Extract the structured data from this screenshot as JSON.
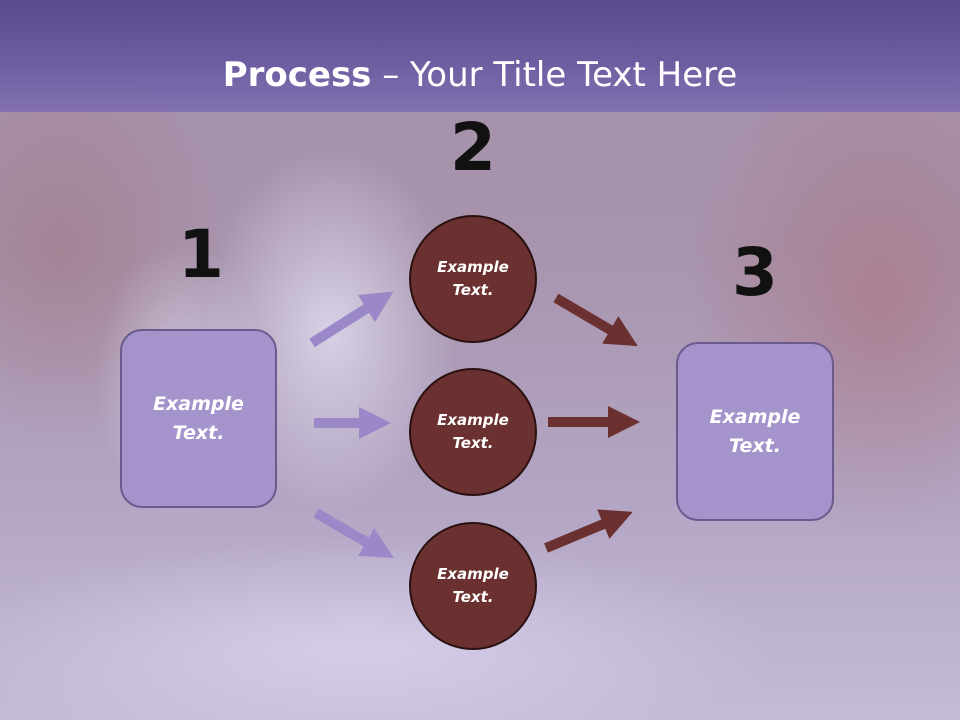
{
  "title": {
    "bold": "Process",
    "rest": " – Your Title Text Here"
  },
  "steps": [
    {
      "number": "1",
      "text": "Example\nText."
    },
    {
      "number": "2",
      "items": [
        "Example\nText.",
        "Example\nText.",
        "Example\nText."
      ]
    },
    {
      "number": "3",
      "text": "Example\nText."
    }
  ],
  "colors": {
    "box_fill": "#a593cb",
    "circle_fill": "#6b3030",
    "arrow_left": "#9b88c8",
    "arrow_right": "#6b3030",
    "header": "#6d5da0"
  }
}
